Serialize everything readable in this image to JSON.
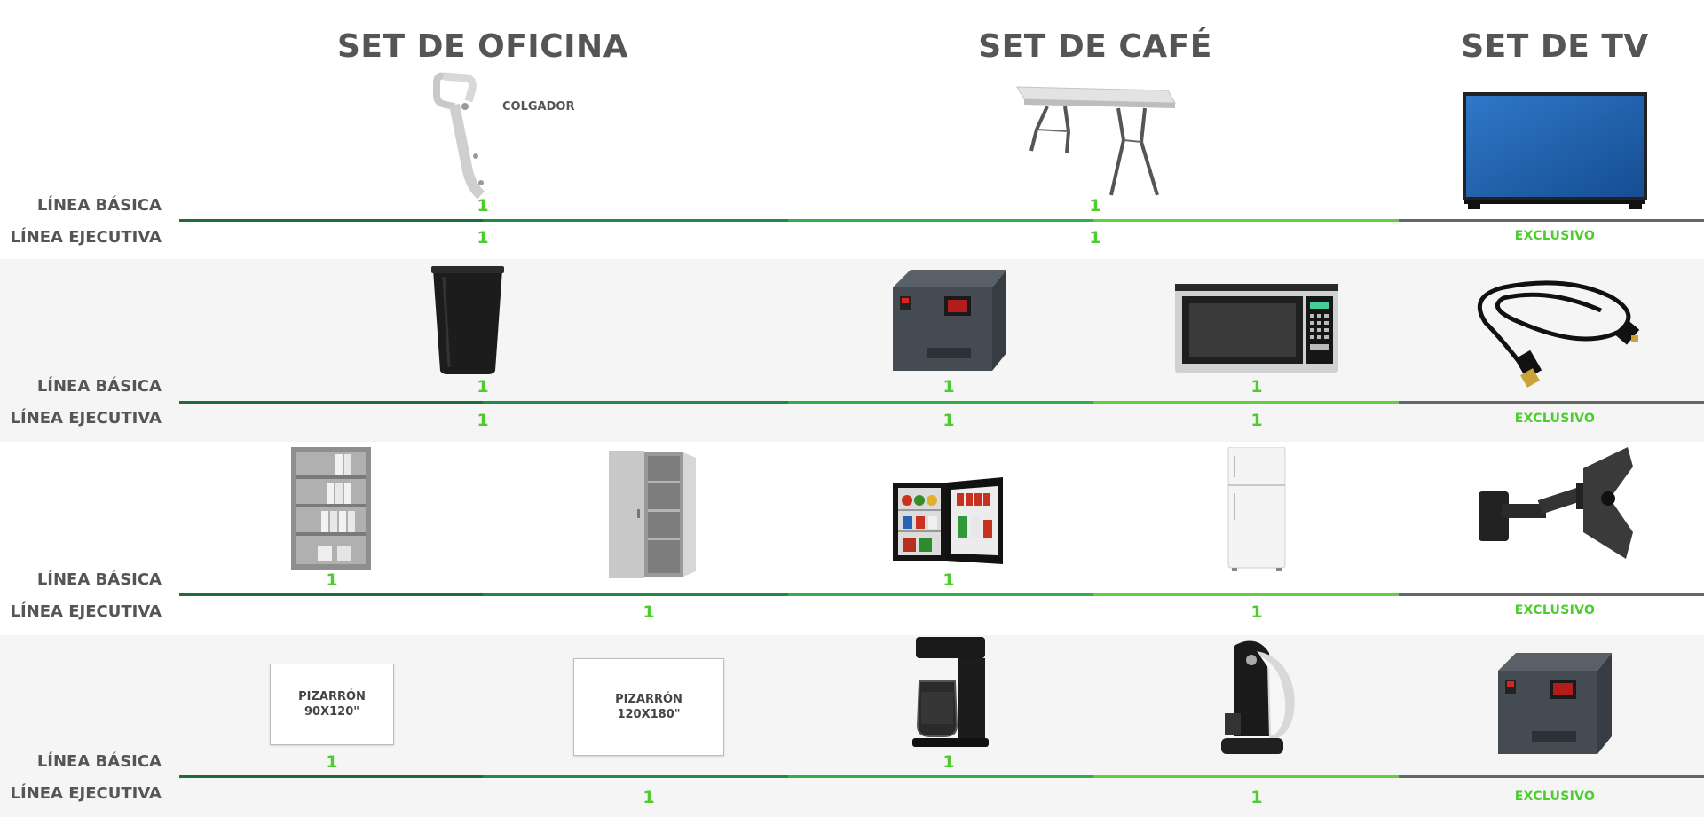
{
  "sets": [
    {
      "title": "SET DE OFICINA"
    },
    {
      "title": "SET DE CAFÉ"
    },
    {
      "title": "SET DE TV"
    }
  ],
  "labels": {
    "basic": "LÍNEA BÁSICA",
    "executive": "LÍNEA EJECUTIVA",
    "exclusive": "EXCLUSIVO",
    "hanger": "COLGADOR",
    "board1_l1": "PIZARRÓN",
    "board1_l2": "90X120\"",
    "board2_l1": "PIZARRÓN",
    "board2_l2": "120X180\""
  },
  "quantity": "1",
  "colors": {
    "green_dark": "#1f6b3d",
    "green_mid": "#2fae4a",
    "green_light": "#5fcf3e",
    "gray_line": "#666666",
    "accent_text": "#4ecb2f",
    "label_text": "#555555"
  },
  "products": [
    {
      "row": 1,
      "set": "office",
      "icon": "hanger-icon",
      "basic": "1",
      "executive": "1"
    },
    {
      "row": 1,
      "set": "cafe",
      "icon": "folding-table-icon",
      "basic": "1",
      "executive": "1"
    },
    {
      "row": 1,
      "set": "tv",
      "icon": "television-icon",
      "executive": "EXCLUSIVO"
    },
    {
      "row": 2,
      "set": "office",
      "icon": "trash-bin-icon",
      "basic": "1",
      "executive": "1"
    },
    {
      "row": 2,
      "set": "cafe",
      "icon": "voltage-regulator-icon",
      "basic": "1",
      "executive": "1"
    },
    {
      "row": 2,
      "set": "cafe",
      "icon": "microwave-icon",
      "basic": "1",
      "executive": "1"
    },
    {
      "row": 2,
      "set": "tv",
      "icon": "hdmi-cable-icon",
      "executive": "EXCLUSIVO"
    },
    {
      "row": 3,
      "set": "office",
      "icon": "bookshelf-icon",
      "basic": "1"
    },
    {
      "row": 3,
      "set": "office",
      "icon": "cabinet-icon",
      "executive": "1"
    },
    {
      "row": 3,
      "set": "cafe",
      "icon": "minifridge-icon",
      "basic": "1"
    },
    {
      "row": 3,
      "set": "cafe",
      "icon": "refrigerator-icon",
      "executive": "1"
    },
    {
      "row": 3,
      "set": "tv",
      "icon": "tv-wall-mount-icon",
      "executive": "EXCLUSIVO"
    },
    {
      "row": 4,
      "set": "office",
      "icon": "whiteboard-90x120-icon",
      "basic": "1"
    },
    {
      "row": 4,
      "set": "office",
      "icon": "whiteboard-120x180-icon",
      "executive": "1"
    },
    {
      "row": 4,
      "set": "cafe",
      "icon": "coffee-maker-icon",
      "basic": "1"
    },
    {
      "row": 4,
      "set": "cafe",
      "icon": "capsule-coffee-machine-icon",
      "executive": "1"
    },
    {
      "row": 4,
      "set": "tv",
      "icon": "voltage-regulator-icon",
      "executive": "EXCLUSIVO"
    }
  ]
}
